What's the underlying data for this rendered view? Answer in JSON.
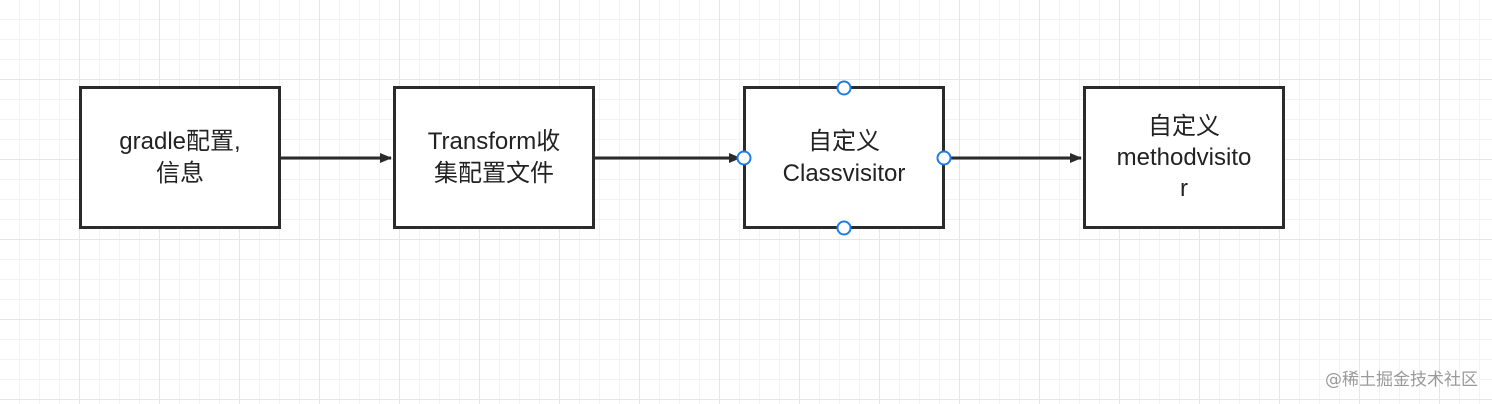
{
  "diagram": {
    "nodes": [
      {
        "id": "node-1",
        "label": "gradle配置,\n信息"
      },
      {
        "id": "node-2",
        "label": "Transform收\n集配置文件"
      },
      {
        "id": "node-3",
        "label": "自定义\nClassvisitor"
      },
      {
        "id": "node-4",
        "label": "自定义\nmethodvisito\nr"
      }
    ],
    "edges": [
      {
        "from": "node-1",
        "to": "node-2"
      },
      {
        "from": "node-2",
        "to": "node-3"
      },
      {
        "from": "node-3",
        "to": "node-4"
      }
    ],
    "selected_node": "node-3",
    "colors": {
      "border": "#2b2b2b",
      "arrow": "#2b2b2b",
      "selection_handle": "#1e7ce6",
      "grid": "#e6e6e6"
    }
  },
  "watermark": "@稀土掘金技术社区"
}
